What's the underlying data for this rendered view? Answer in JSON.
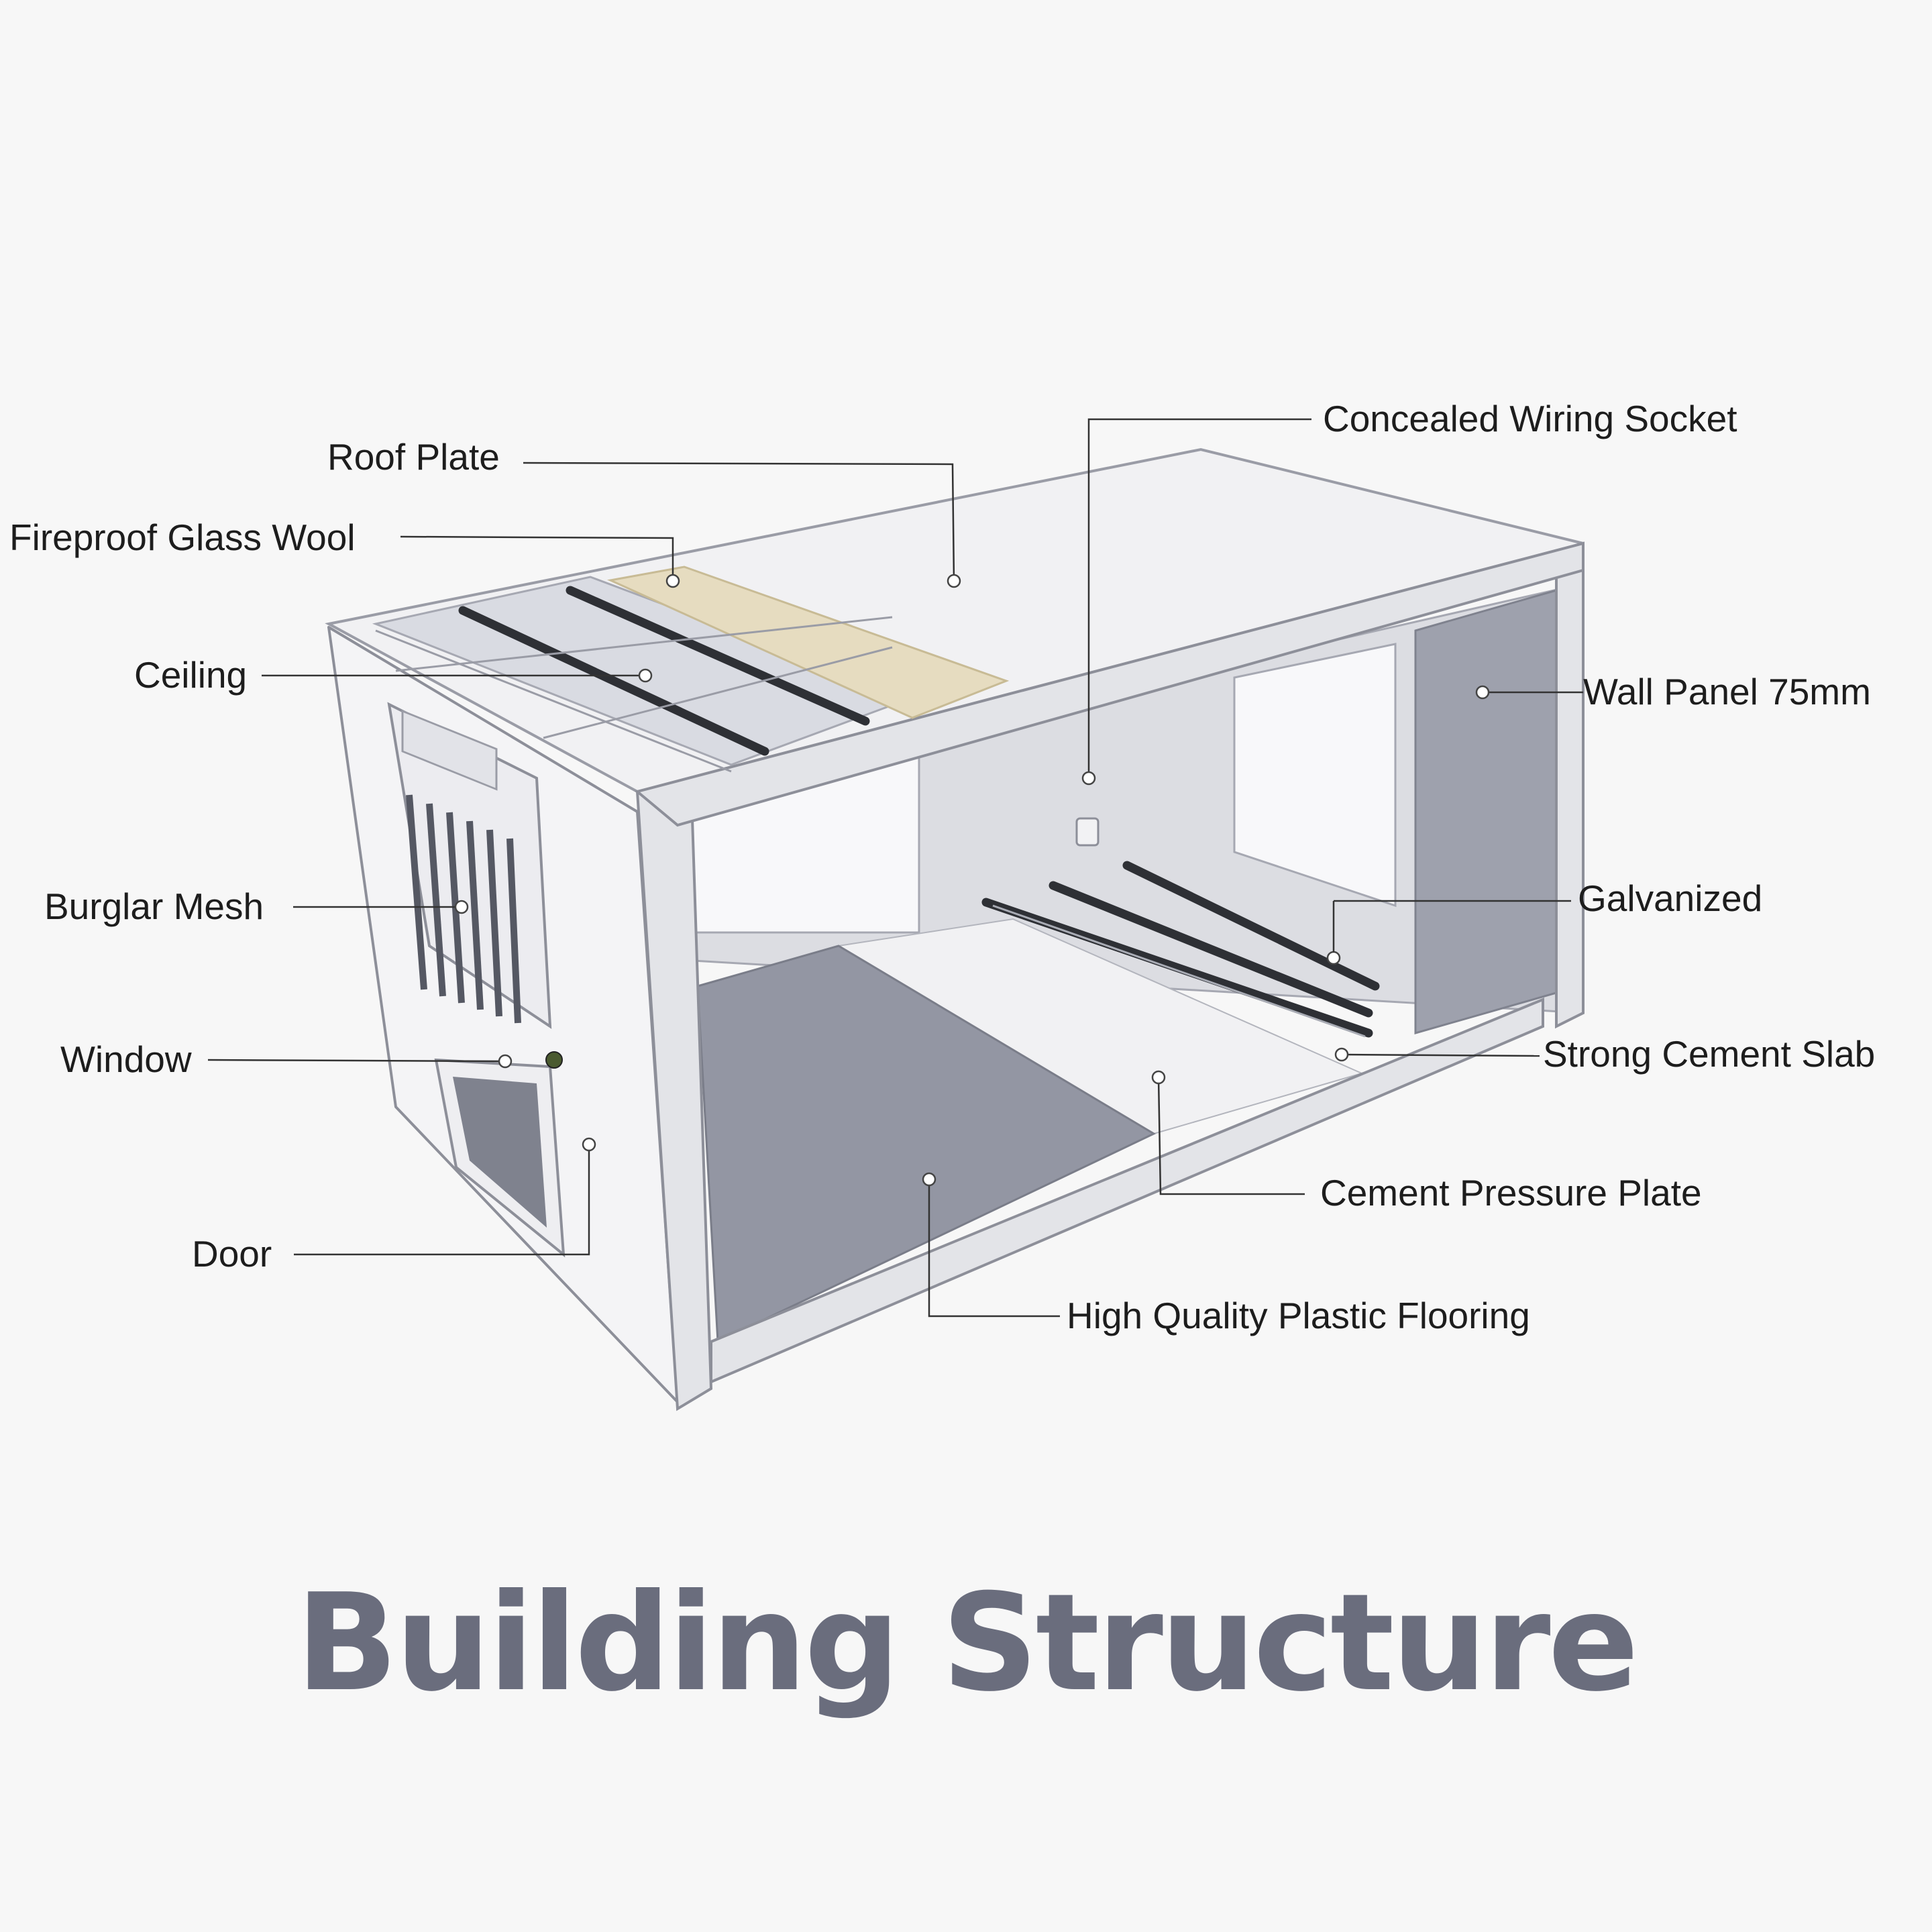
{
  "title": "Building Structure",
  "labels": {
    "roof_plate": "Roof Plate",
    "fireproof_glass_wool": "Fireproof Glass Wool",
    "ceiling": "Ceiling",
    "burglar_mesh": "Burglar Mesh",
    "window": "Window",
    "door": "Door",
    "concealed_wiring_socket": "Concealed Wiring Socket",
    "wall_panel": "Wall Panel 75mm",
    "galvanized": "Galvanized",
    "strong_cement_slab": "Strong Cement Slab",
    "cement_pressure_plate": "Cement Pressure Plate",
    "plastic_flooring": "High Quality Plastic Flooring"
  },
  "colors": {
    "background": "#f7f7f7",
    "title": "#6a6d7d",
    "panel": "#9ea1ad",
    "glass_wool": "#e6dcc0",
    "beam": "#2e3035"
  }
}
